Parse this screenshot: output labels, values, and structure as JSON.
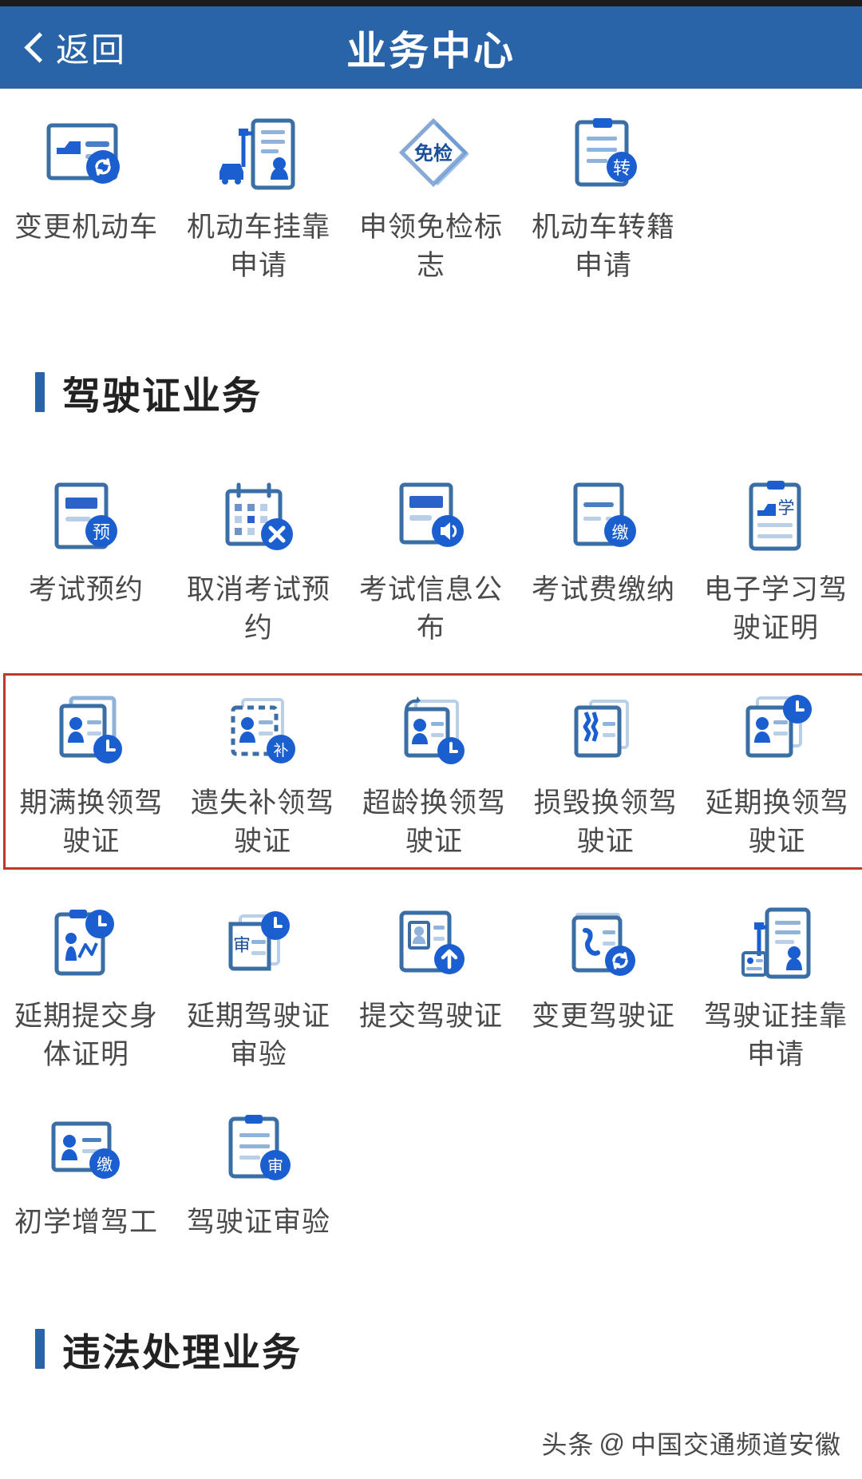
{
  "header": {
    "back_label": "返回",
    "title": "业务中心",
    "back_icon": "chevron-left-icon",
    "bg_color": "#2a64a8"
  },
  "vehicle_row": {
    "items": [
      {
        "label": "变更机动车",
        "icon": "vehicle-change-icon",
        "badge": "refresh"
      },
      {
        "label": "机动车挂靠申请",
        "icon": "vehicle-affiliation-icon",
        "badge": ""
      },
      {
        "label": "申领免检标志",
        "icon": "exemption-mark-icon",
        "badge": "免检"
      },
      {
        "label": "机动车转籍申请",
        "icon": "vehicle-transfer-icon",
        "badge": "转"
      }
    ]
  },
  "license_section": {
    "title": "驾驶证业务",
    "accent_color": "#2a64a8",
    "rows": [
      {
        "highlighted": false,
        "items": [
          {
            "label": "考试预约",
            "icon": "exam-booking-icon",
            "badge": "预"
          },
          {
            "label": "取消考试预约",
            "icon": "cancel-exam-icon",
            "badge": "X"
          },
          {
            "label": "考试信息公布",
            "icon": "exam-info-icon",
            "badge": "speaker"
          },
          {
            "label": "考试费缴纳",
            "icon": "exam-fee-icon",
            "badge": "缴"
          },
          {
            "label": "电子学习驾驶证明",
            "icon": "e-learning-license-icon",
            "badge": "学"
          }
        ]
      },
      {
        "highlighted": true,
        "highlight_color": "#c0392b",
        "items": [
          {
            "label": "期满换领驾驶证",
            "icon": "expiry-renewal-icon",
            "badge": "clock"
          },
          {
            "label": "遗失补领驾驶证",
            "icon": "lost-reissue-icon",
            "badge": "补"
          },
          {
            "label": "超龄换领驾驶证",
            "icon": "overage-renewal-icon",
            "badge": "clock"
          },
          {
            "label": "损毁换领驾驶证",
            "icon": "damaged-renewal-icon",
            "badge": ""
          },
          {
            "label": "延期换领驾驶证",
            "icon": "deferred-renewal-icon",
            "badge": "clock"
          }
        ]
      },
      {
        "highlighted": false,
        "items": [
          {
            "label": "延期提交身体证明",
            "icon": "defer-medical-cert-icon",
            "badge": "clock"
          },
          {
            "label": "延期驾驶证审验",
            "icon": "defer-license-review-icon",
            "badge": "clock"
          },
          {
            "label": "提交驾驶证",
            "icon": "submit-license-icon",
            "badge": "arrow-up"
          },
          {
            "label": "变更驾驶证",
            "icon": "change-license-icon",
            "badge": "refresh"
          },
          {
            "label": "驾驶证挂靠申请",
            "icon": "license-affiliation-icon",
            "badge": ""
          }
        ]
      },
      {
        "highlighted": false,
        "items": [
          {
            "label": "初学增驾工",
            "icon": "beginner-upgrade-icon",
            "badge": "缴"
          },
          {
            "label": "驾驶证审验",
            "icon": "license-review-icon",
            "badge": "审"
          }
        ]
      }
    ]
  },
  "violation_section": {
    "title": "违法处理业务",
    "accent_color": "#2a64a8"
  },
  "watermark": {
    "prefix": "头条",
    "at": "@",
    "account": "中国交通频道安徽"
  }
}
